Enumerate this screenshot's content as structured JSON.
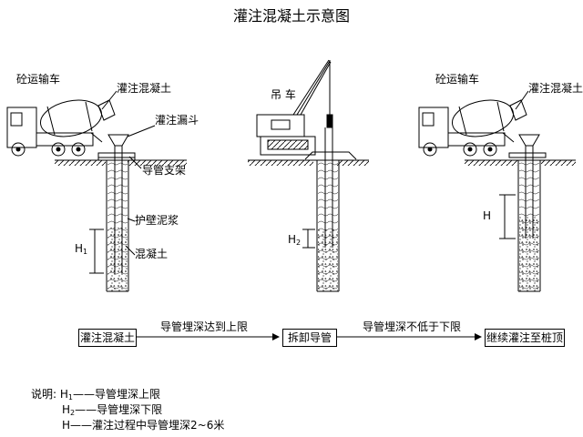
{
  "title": "灌注混凝土示意图",
  "stage1": {
    "truck_label": "砼运输车",
    "pour_label": "灌注混凝土",
    "hopper_label": "灌注漏斗",
    "support_label": "导管支架",
    "slurry_label": "护壁泥浆",
    "concrete_label": "混凝土",
    "depth_label": "H",
    "depth_sub": "1"
  },
  "stage2": {
    "crane_label": "吊 车",
    "depth_label": "H",
    "depth_sub": "2"
  },
  "stage3": {
    "truck_label": "砼运输车",
    "pour_label": "灌注混凝土",
    "depth_label": "H"
  },
  "flow": {
    "step1": "灌注混凝土",
    "arrow1": "导管埋深达到上限",
    "step2": "拆卸导管",
    "arrow2": "导管埋深不低于下限",
    "step3": "继续灌注至桩顶"
  },
  "notes": {
    "heading": "说明:",
    "h1_sym": "H",
    "h1_sub": "1",
    "h1_text": "——导管埋深上限",
    "h2_sym": "H",
    "h2_sub": "2",
    "h2_text": "——导管埋深下限",
    "h_sym": "H",
    "h_text": "——灌注过程中导管埋深2~6米"
  }
}
